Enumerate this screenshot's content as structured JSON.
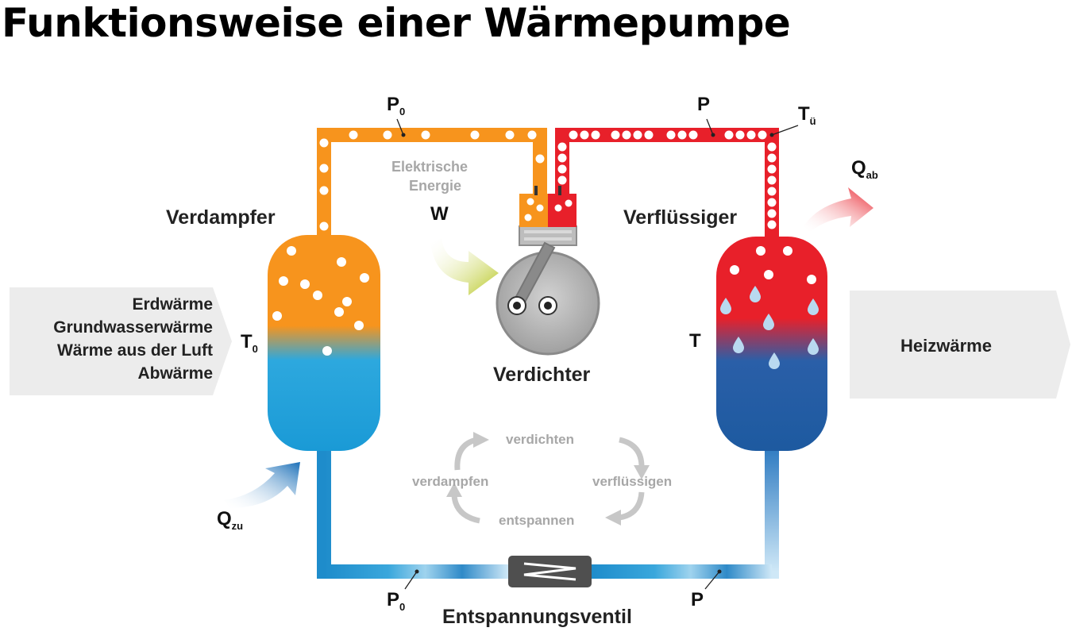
{
  "title": "Funktionsweise einer Wärmepumpe",
  "sources": [
    "Erdwärme",
    "Grundwasserwärme",
    "Wärme aus der Luft",
    "Abwärme"
  ],
  "output": "Heizwärme",
  "components": {
    "evaporator": "Verdampfer",
    "condenser": "Verflüssiger",
    "compressor": "Verdichter",
    "valve": "Entspannungsventil"
  },
  "energy": {
    "line1": "Elektrische",
    "line2": "Energie",
    "work": "W"
  },
  "symbols": {
    "p0_top": {
      "base": "P",
      "sub": "0"
    },
    "p_top": {
      "base": "P",
      "sub": ""
    },
    "tu": {
      "base": "T",
      "sub": "ü"
    },
    "qab": {
      "base": "Q",
      "sub": "ab"
    },
    "t0": {
      "base": "T",
      "sub": "0"
    },
    "t": {
      "base": "T",
      "sub": ""
    },
    "qzu": {
      "base": "Q",
      "sub": "zu"
    },
    "p0_bottom": {
      "base": "P",
      "sub": "0"
    },
    "p_bottom": {
      "base": "P",
      "sub": ""
    }
  },
  "cycle": {
    "top": "verdichten",
    "left": "verdampfen",
    "right": "verflüssigen",
    "bottom": "entspannen"
  },
  "colors": {
    "orange": "#f7941d",
    "red": "#e8202a",
    "lightblue": "#1aa0d8",
    "darkblue": "#1d5aa0",
    "gray": "#ececec"
  }
}
